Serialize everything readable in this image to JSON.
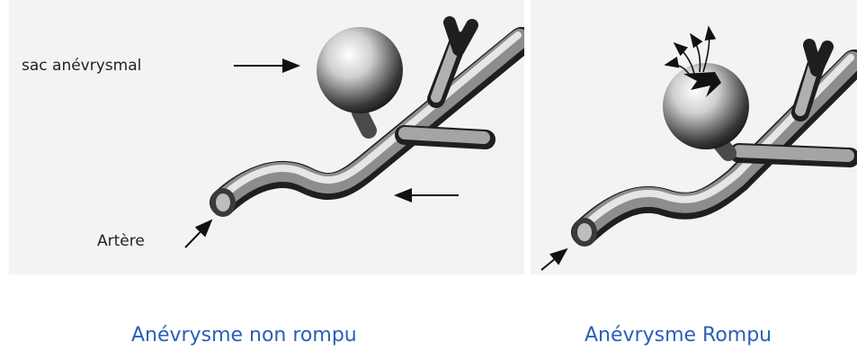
{
  "labels": {
    "aneurysm_sac": "sac anévrysmal",
    "artery": "Artère"
  },
  "captions": {
    "unruptured": "Anévrysme non rompu",
    "ruptured": "Anévrysme Rompu"
  },
  "colors": {
    "caption": "#2a60b8",
    "vessel_dark": "#2b2b2b",
    "vessel_light": "#d9d9d9",
    "panel_bg": "#f3f3f3",
    "arrow": "#111111"
  }
}
